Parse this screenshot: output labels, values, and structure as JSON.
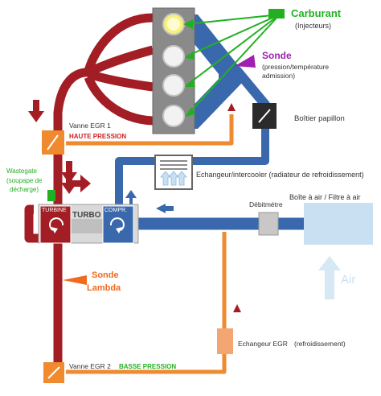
{
  "labels": {
    "carburant": "Carburant",
    "injecteurs": "(Injecteurs)",
    "sonde": "Sonde",
    "sonde_desc_1": "(pression/température",
    "sonde_desc_2": "admission)",
    "boitier_papillon": "Boîtier papillon",
    "vanne_egr1": "Vanne EGR 1",
    "haute_pression": "HAUTE PRESSION",
    "wastegate_1": "Wastegate",
    "wastegate_2": "(soupape de",
    "wastegate_3": "décharge)",
    "echangeur_intercooler": "Echangeur/intercooler (radiateur de refroidissement)",
    "boite_a_air": "Boîte à air / Filtre à air",
    "debitmetre": "Débitmètre",
    "turbine": "TURBINE",
    "turbo": "TURBO",
    "compr": "COMPR.",
    "sonde_lambda_1": "Sonde",
    "sonde_lambda_2": "Lambda",
    "air": "Air",
    "echangeur_egr": "Echangeur EGR",
    "refroidissement": "(refroidissement)",
    "vanne_egr2": "Vanne EGR 2",
    "basse_pression": "BASSE PRESSION"
  },
  "colors": {
    "exhaust": "#a31d24",
    "intake": "#3a68ad",
    "egr": "#ef8a2e",
    "fuel": "#22b022",
    "sensor": "#a020b0",
    "engine": "#8a8a8a",
    "air": "#c8e0f2"
  }
}
